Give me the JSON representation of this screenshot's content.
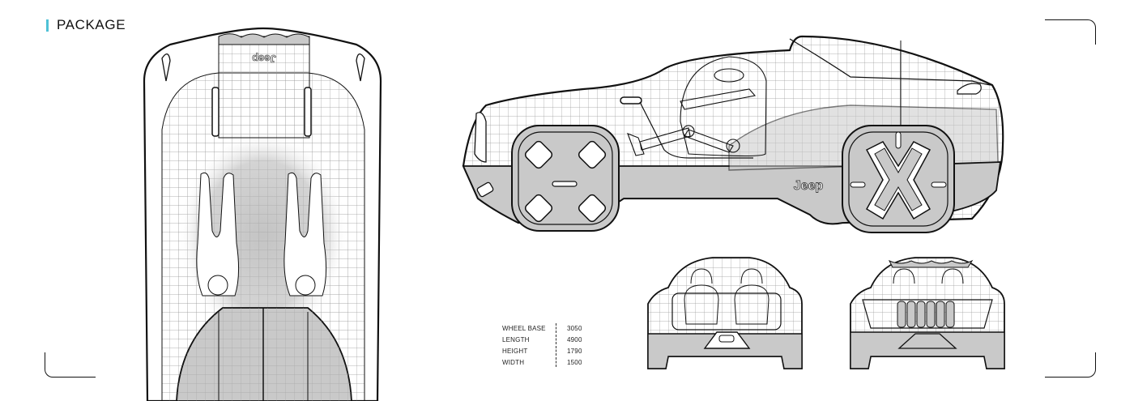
{
  "header": {
    "title": "PACKAGE",
    "accent_color": "#4fc1d6"
  },
  "specs": [
    {
      "label": "WHEEL BASE",
      "value": "3050"
    },
    {
      "label": "LENGTH",
      "value": "4900"
    },
    {
      "label": "HEIGHT",
      "value": "1790"
    },
    {
      "label": "WIDTH",
      "value": "1500"
    }
  ],
  "brand": {
    "logo_text": "Jeep"
  },
  "colors": {
    "fill_grey": "#c9c9c9",
    "grid": "#9a9a9a",
    "line": "#111111"
  }
}
